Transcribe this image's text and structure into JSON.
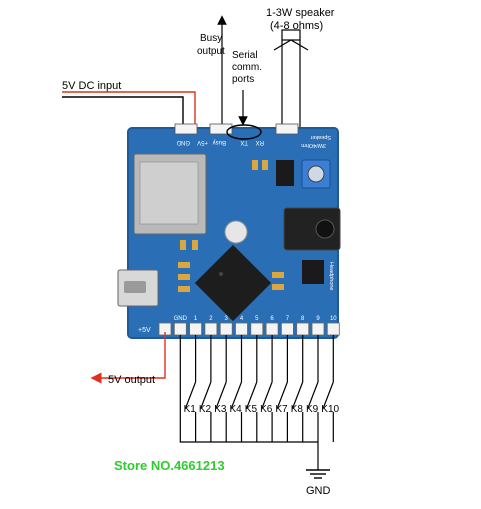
{
  "labels": {
    "speaker": "1-3W speaker",
    "speaker_ohms": "(4-8 ohms)",
    "busy": "Busy",
    "busy_output": "output",
    "serial": "Serial",
    "serial_comm": "comm.",
    "serial_ports": "ports",
    "dc_input": "5V DC input",
    "v_output": "5V output",
    "store": "Store NO.4661213",
    "gnd": "GND"
  },
  "board": {
    "top_pin_labels": [
      "GND",
      "+5V",
      "Busy",
      "TX",
      "RX"
    ],
    "speaker_silk": "Speaker",
    "speaker_silk2": "3W/4Ohm",
    "headphone_silk": "Headphone",
    "bottom_left_label": "+5V",
    "bottom_pin_labels": [
      "GND",
      "1",
      "2",
      "3",
      "4",
      "5",
      "6",
      "7",
      "8",
      "9",
      "10"
    ]
  },
  "switch_labels": [
    "K1",
    "K2",
    "K3",
    "K4",
    "K5",
    "K6",
    "K7",
    "K8",
    "K9",
    "K10"
  ],
  "colors": {
    "board": "#2a6fb5",
    "board_edge": "#1f5a96",
    "wire": "#000000",
    "red_wire": "#e03020",
    "store_green": "#2fcc2f"
  }
}
